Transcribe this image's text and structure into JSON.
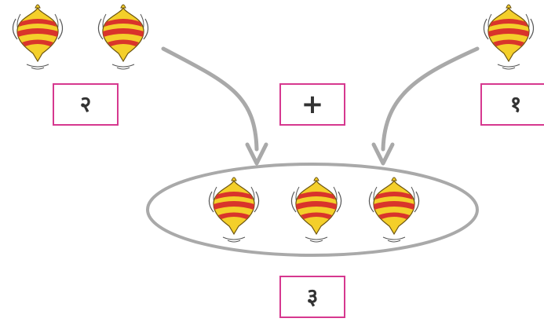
{
  "operands": {
    "left": {
      "label": "२",
      "count": 2
    },
    "operator": "+",
    "right": {
      "label": "१",
      "count": 1
    }
  },
  "result": {
    "label": "३",
    "count": 3
  },
  "colors": {
    "box_border": "#d6388f",
    "arrow": "#a9a9a9",
    "ellipse": "#a9a9a9",
    "top_yellow": "#f4cf2a",
    "top_red": "#d9342b",
    "ink": "#333333"
  }
}
